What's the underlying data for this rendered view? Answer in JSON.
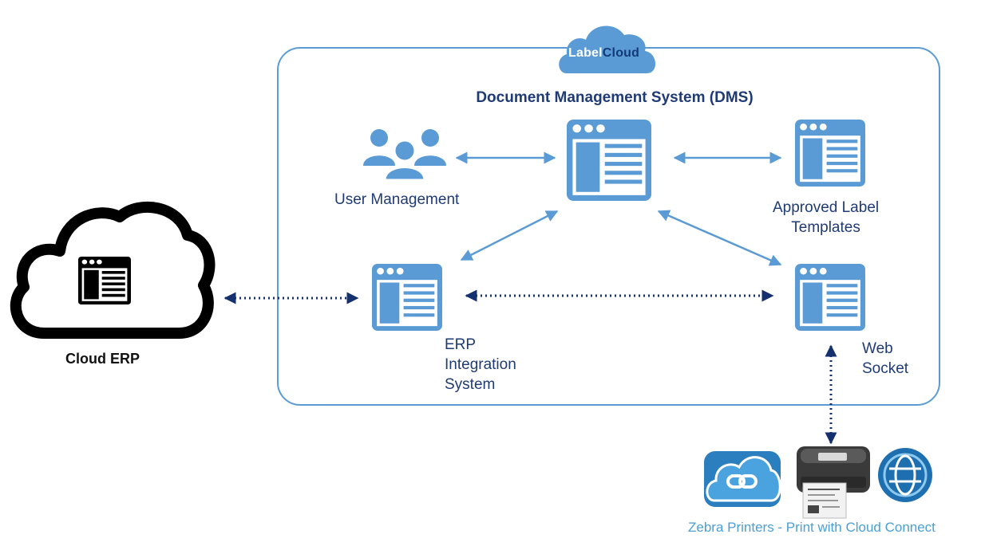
{
  "logo": {
    "part1": "Label",
    "part2": "Cloud"
  },
  "dms": {
    "title": "Document Management System (DMS)"
  },
  "nodes": {
    "user_management": "User Management",
    "approved_templates_line1": "Approved Label",
    "approved_templates_line2": "Templates",
    "erp_integration_line1": "ERP",
    "erp_integration_line2": "Integration",
    "erp_integration_line3": "System",
    "web_socket_line1": "Web",
    "web_socket_line2": "Socket",
    "cloud_erp": "Cloud ERP"
  },
  "footer": {
    "zebra": "Zebra Printers - Print with Cloud Connect"
  },
  "colors": {
    "primary_blue": "#5b9bd5",
    "dark_navy": "#1f3b75",
    "arrow_navy": "#14306e",
    "cloud_black": "#000000",
    "light_blue_text": "#4a9fd6"
  }
}
